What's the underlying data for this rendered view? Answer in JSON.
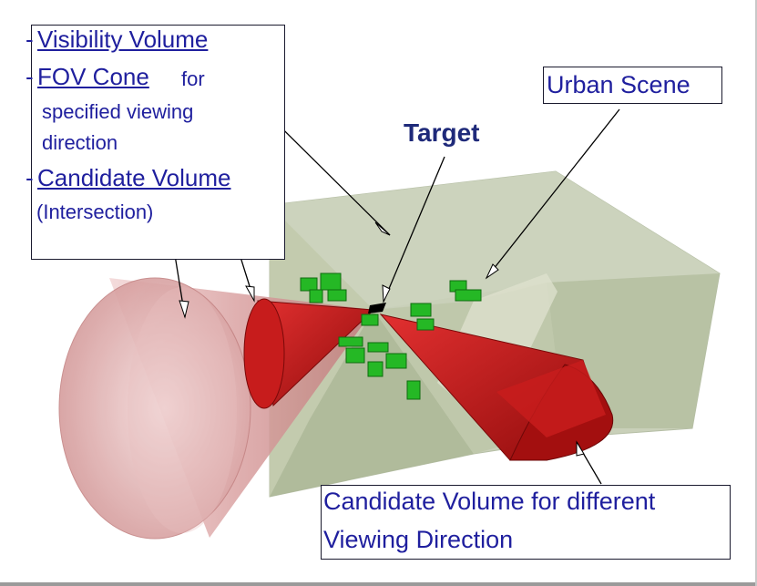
{
  "legend": {
    "item1": "Visibility Volume",
    "item2": "FOV Cone",
    "item2_suffix": "for",
    "item2_line2": "specified viewing",
    "item2_line3": "direction",
    "item3": "Candidate Volume",
    "item3_line2": "(Intersection)",
    "bullet": "-"
  },
  "target_label": "Target",
  "urban_scene_label": "Urban Scene",
  "direction_label": {
    "line1": "Candidate Volume for different",
    "line2": "Viewing Direction"
  },
  "colors": {
    "text_blue": "#1f1f9e",
    "volume_gray": "#b8c2a6",
    "cone_pink": "#c98a8a",
    "candidate_red": "#b51414",
    "building_green": "#22b822",
    "target_black": "#000000"
  }
}
